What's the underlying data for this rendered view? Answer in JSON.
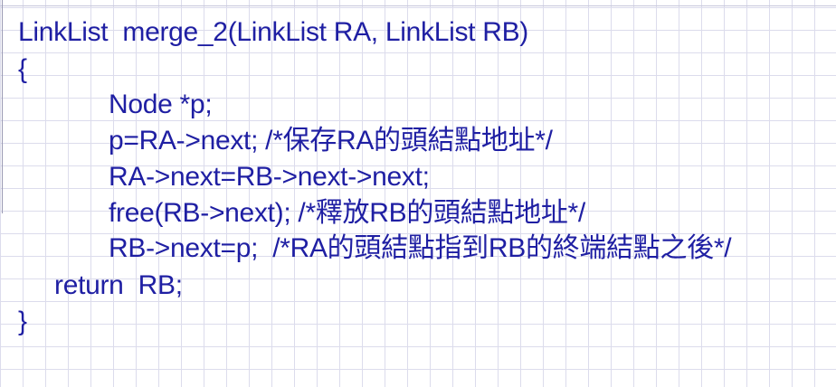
{
  "code_lines": [
    "LinkList  merge_2(LinkList RA, LinkList RB)",
    "{",
    "Node *p;",
    "p=RA->next; /*保存RA的頭結點地址*/",
    "RA->next=RB->next->next;",
    "free(RB->next); /*釋放RB的頭結點地址*/",
    "RB->next=p;  /*RA的頭結點指到RB的終端結點之後*/",
    "return  RB;",
    "}"
  ],
  "colors": {
    "code_text": "#1f1fa3",
    "grid": "#dcdcec",
    "background": "#ffffff"
  }
}
